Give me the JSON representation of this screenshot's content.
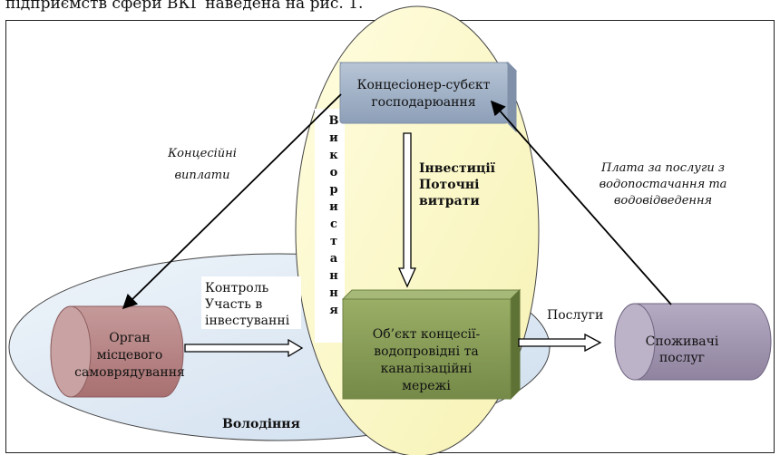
{
  "top_text": "підприємств сфери ВКГ наведена на рис. 1.",
  "nodes": {
    "concessionaire": [
      "Концесіонер-субєкт",
      "господарюання"
    ],
    "object": [
      "Об’єкт концесії-",
      "водопровідні та",
      "каналізаційні",
      "мережі"
    ],
    "authority": [
      "Орган",
      "місцевого",
      "самоврядування"
    ],
    "consumers": [
      "Споживачі",
      "послуг"
    ]
  },
  "regions": {
    "usage_letters": [
      "В",
      "и",
      "к",
      "о",
      "р",
      "и",
      "с",
      "т",
      "а",
      "н",
      "н",
      "я"
    ],
    "ownership": "Володіння"
  },
  "labels": {
    "investments": [
      "Інвестиції",
      "Поточні",
      "витрати"
    ],
    "concession_payments": [
      "Концесійні",
      "виплати"
    ],
    "service_fee": [
      "Плата за послуги з",
      "водопостачання та",
      "водовідведення"
    ],
    "control": [
      "Контроль",
      "Участь в",
      "інвестуванні"
    ],
    "services": "Послуги"
  },
  "colors": {
    "ellipse_yellow": "#fcf8c4",
    "ellipse_blue": "#dce8f3",
    "box_blue": "#9fb0c6",
    "box_green": "#879c57",
    "cyl_pink": "#b57f80",
    "cyl_purple": "#9e93ad"
  }
}
